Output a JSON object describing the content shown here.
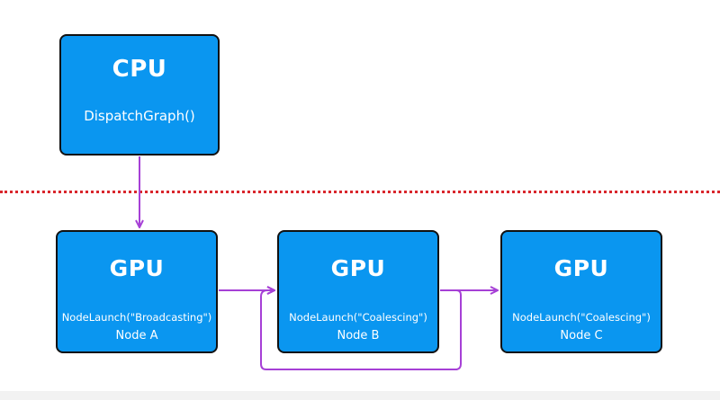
{
  "cpu": {
    "title": "CPU",
    "call": "DispatchGraph()"
  },
  "gpu_nodes": [
    {
      "title": "GPU",
      "call": "NodeLaunch(\"Broadcasting\")",
      "label": "Node A"
    },
    {
      "title": "GPU",
      "call": "NodeLaunch(\"Coalescing\")",
      "label": "Node B"
    },
    {
      "title": "GPU",
      "call": "NodeLaunch(\"Coalescing\")",
      "label": "Node C"
    }
  ],
  "colors": {
    "node_fill": "#0a96f0",
    "node_border": "#111111",
    "arrow": "#a640d6",
    "divider": "#d9262c"
  }
}
